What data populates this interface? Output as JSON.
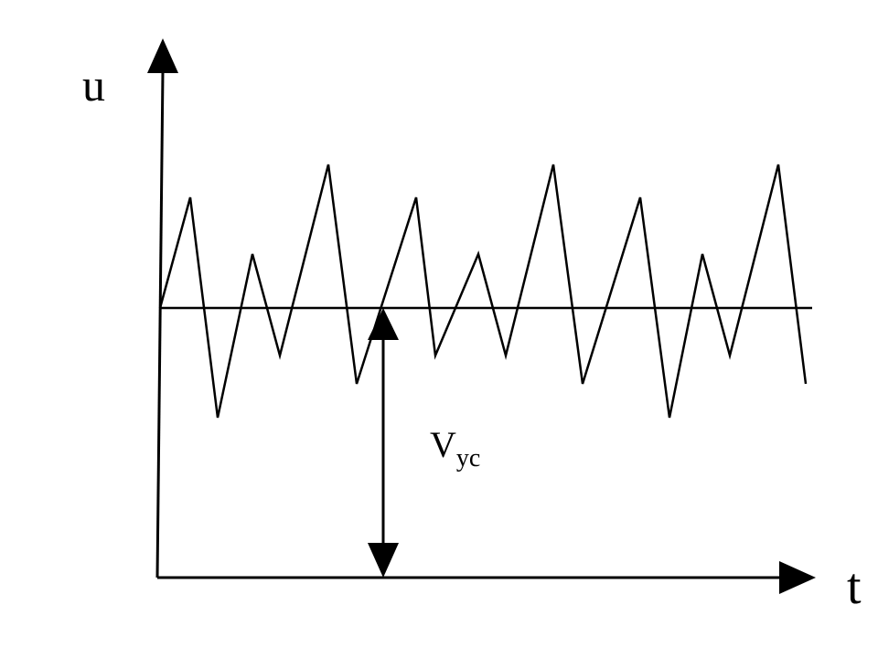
{
  "axes": {
    "y_label": "u",
    "x_label": "t"
  },
  "annotation": {
    "main": "V",
    "subscript": "yc"
  },
  "colors": {
    "stroke": "#000000",
    "background": "#ffffff"
  }
}
